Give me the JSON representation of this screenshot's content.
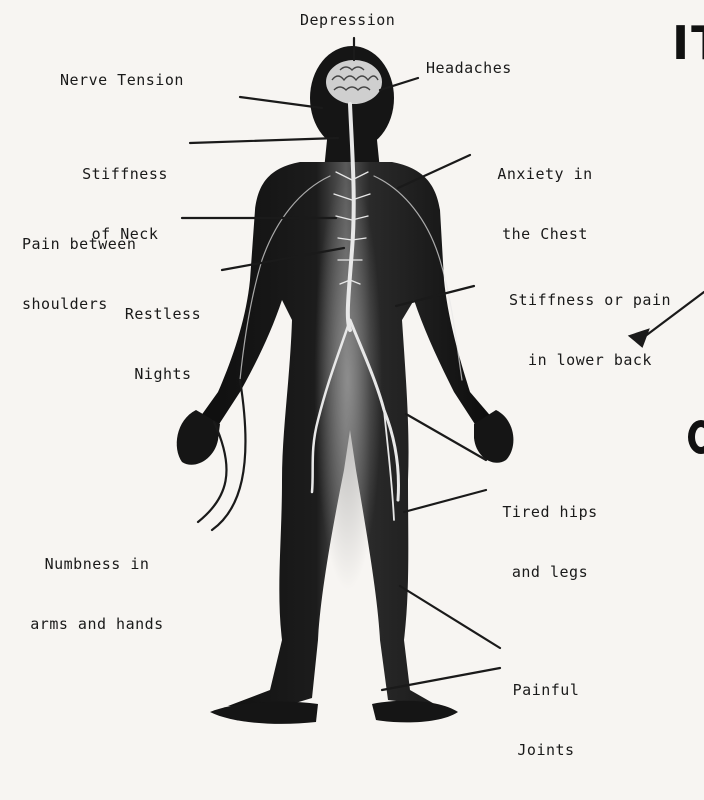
{
  "heading": "IT",
  "labels": {
    "depression": "Depression",
    "headaches": "Headaches",
    "nerve_tension": "Nerve Tension",
    "stiffness_neck_1": "Stiffness",
    "stiffness_neck_2": "of Neck",
    "anxiety_1": "Anxiety in",
    "anxiety_2": "the Chest",
    "pain_shoulders_1": "Pain between",
    "pain_shoulders_2": "shoulders",
    "restless_1": "Restless",
    "restless_2": "Nights",
    "lower_back_1": "Stiffness or pain",
    "lower_back_2": "in lower back",
    "tired_1": "Tired hips",
    "tired_2": "and legs",
    "numbness_1": "Numbness in",
    "numbness_2": "arms and hands",
    "joints_1": "Painful",
    "joints_2": "Joints"
  },
  "colors": {
    "silhouette": "#141414",
    "nerves": "#e8e8e8",
    "background": "#f7f5f2",
    "leader_lines": "#1a1a1a"
  }
}
